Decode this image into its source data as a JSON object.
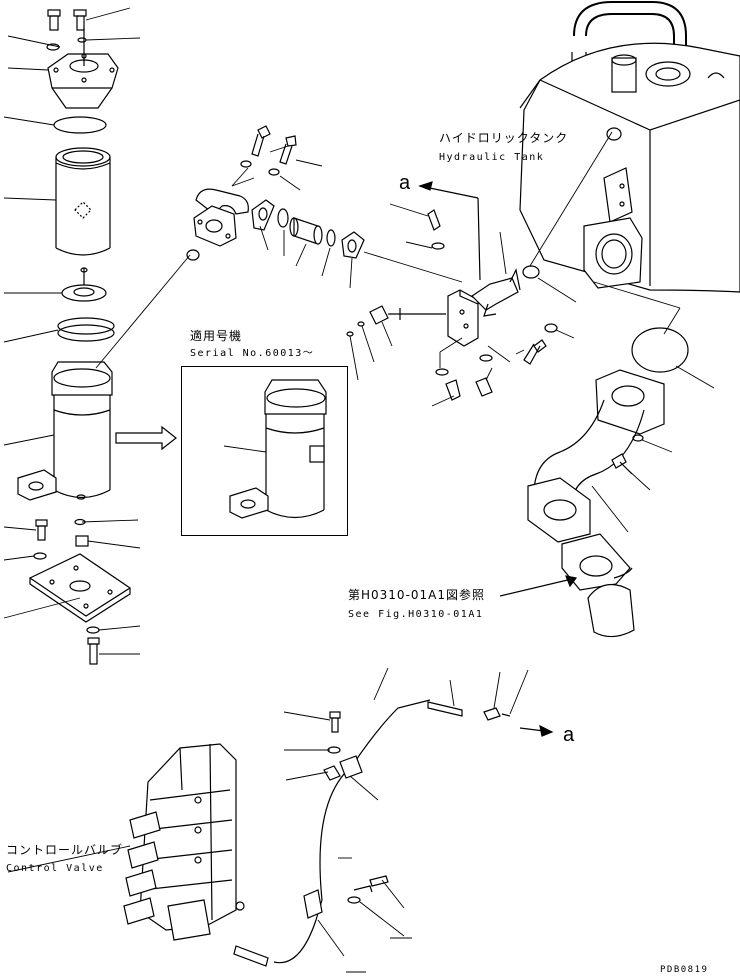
{
  "labels": {
    "tank_jp": "ハイドロリックタンク",
    "tank_en": "Hydraulic Tank",
    "serial_jp": "適用号機",
    "serial_en": "Serial No.60013～",
    "ref_jp": "第H0310-01A1図参照",
    "ref_en": "See Fig.H0310-01A1",
    "valve_jp": "コントロールバルブ",
    "valve_en": "Control Valve",
    "marker_a_top": "a",
    "marker_a_bottom": "a",
    "page_code": "PDB0819"
  }
}
